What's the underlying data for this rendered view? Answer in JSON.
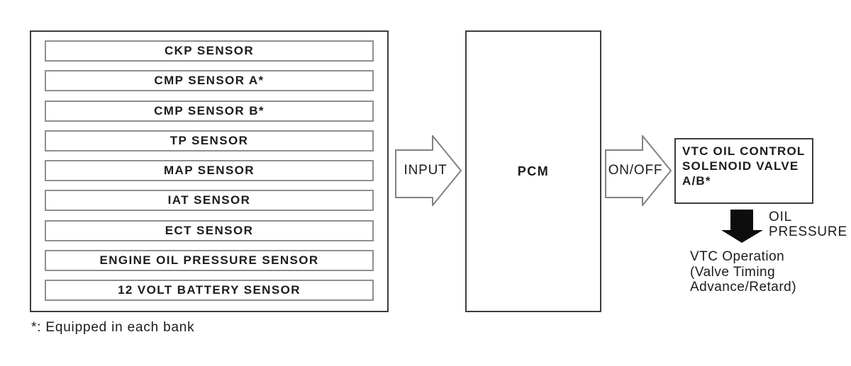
{
  "diagram": {
    "sensor_group": {
      "sensors": [
        "CKP SENSOR",
        "CMP SENSOR A*",
        "CMP SENSOR B*",
        "TP SENSOR",
        "MAP SENSOR",
        "IAT SENSOR",
        "ECT SENSOR",
        "ENGINE OIL PRESSURE SENSOR",
        "12 VOLT BATTERY SENSOR"
      ]
    },
    "input_arrow": {
      "label": "INPUT"
    },
    "pcm": {
      "label": "PCM"
    },
    "output_arrow": {
      "label": "ON/OFF"
    },
    "vtc_valve": {
      "label": "VTC OIL CONTROL\nSOLENOID VALVE\nA/B*"
    },
    "oil_pressure_arrow": {
      "label": "OIL\nPRESSURE"
    },
    "vtc_operation": {
      "label": "VTC Operation\n(Valve Timing\nAdvance/Retard)"
    },
    "footnote": "*: Equipped in each bank",
    "colors": {
      "background": "#ffffff",
      "text": "#1c1c1c",
      "outer_border": "#3d3d3d",
      "inner_border": "#8f8f8f",
      "arrow_outline": "#828282",
      "solid_arrow": "#0d0d0d"
    }
  }
}
